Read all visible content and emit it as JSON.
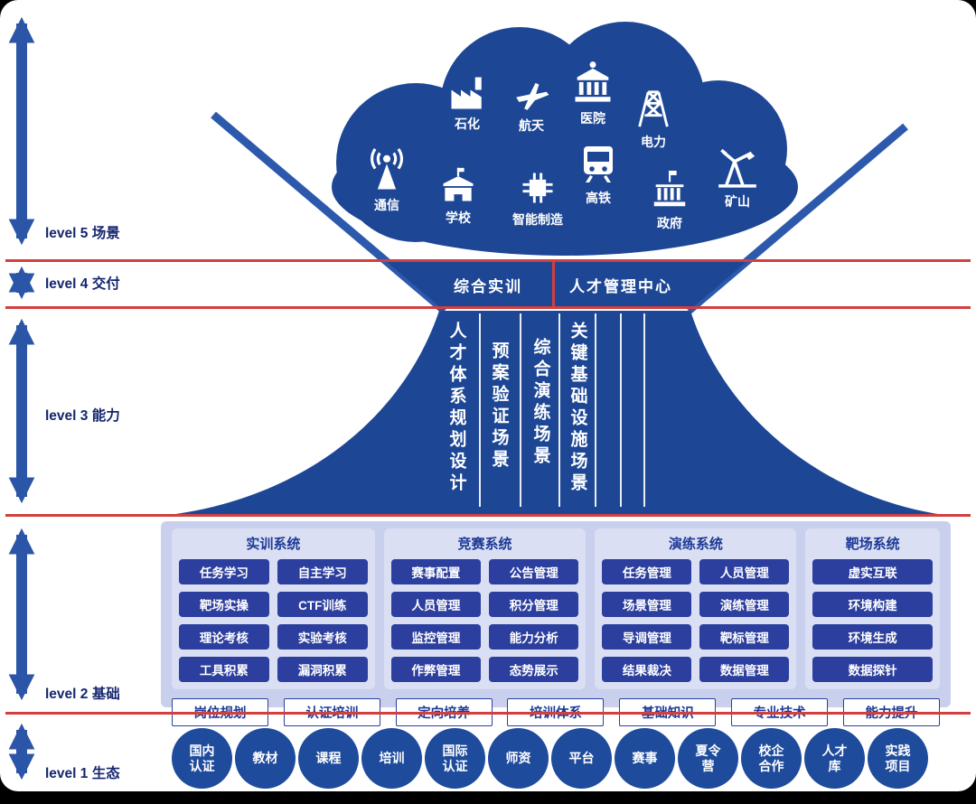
{
  "levels": [
    {
      "id": 5,
      "label": "level 5 场景"
    },
    {
      "id": 4,
      "label": "level 4 交付"
    },
    {
      "id": 3,
      "label": "level 3 能力"
    },
    {
      "id": 2,
      "label": "level 2 基础"
    },
    {
      "id": 1,
      "label": "level 1 生态"
    }
  ],
  "cloud": {
    "industries": [
      {
        "name": "石化",
        "icon": "factory-icon"
      },
      {
        "name": "航天",
        "icon": "plane-icon"
      },
      {
        "name": "医院",
        "icon": "hospital-icon"
      },
      {
        "name": "电力",
        "icon": "power-tower-icon"
      },
      {
        "name": "通信",
        "icon": "antenna-icon"
      },
      {
        "name": "学校",
        "icon": "school-icon"
      },
      {
        "name": "智能制造",
        "icon": "chip-icon"
      },
      {
        "name": "高铁",
        "icon": "train-icon"
      },
      {
        "name": "政府",
        "icon": "government-icon"
      },
      {
        "name": "矿山",
        "icon": "pumpjack-icon"
      }
    ]
  },
  "delivery": {
    "left": "综合实训",
    "right": "人才管理中心"
  },
  "capability": {
    "columns": [
      "人才体系规划设计",
      "预案验证场景",
      "综合演练场景",
      "关键基础设施场景"
    ]
  },
  "foundation": {
    "systems": [
      {
        "title": "实训系统",
        "items": [
          "任务学习",
          "自主学习",
          "靶场实操",
          "CTF训练",
          "理论考核",
          "实验考核",
          "工具积累",
          "漏洞积累"
        ]
      },
      {
        "title": "竞赛系统",
        "items": [
          "赛事配置",
          "公告管理",
          "人员管理",
          "积分管理",
          "监控管理",
          "能力分析",
          "作弊管理",
          "态势展示"
        ]
      },
      {
        "title": "演练系统",
        "items": [
          "任务管理",
          "人员管理",
          "场景管理",
          "演练管理",
          "导调管理",
          "靶标管理",
          "结果裁决",
          "数据管理"
        ]
      },
      {
        "title": "靶场系统",
        "items": [
          "虚实互联",
          "环境构建",
          "环境生成",
          "数据探针"
        ]
      }
    ],
    "tracks": [
      "岗位规划",
      "认证培训",
      "定向培养",
      "培训体系",
      "基础知识",
      "专业技术",
      "能力提升"
    ]
  },
  "ecosystem": {
    "items": [
      "国内认证",
      "教材",
      "课程",
      "培训",
      "国际认证",
      "师资",
      "平台",
      "赛事",
      "夏令营",
      "校企合作",
      "人才库",
      "实践项目"
    ]
  },
  "colors": {
    "primary_blue": "#1d4795",
    "button_blue": "#2c3f9e",
    "panel_light": "#c9d0ee",
    "subpanel_light": "#dbdff4",
    "red_line": "#d23f3f",
    "label_navy": "#15266e",
    "arrow_blue": "#2b55a6"
  }
}
